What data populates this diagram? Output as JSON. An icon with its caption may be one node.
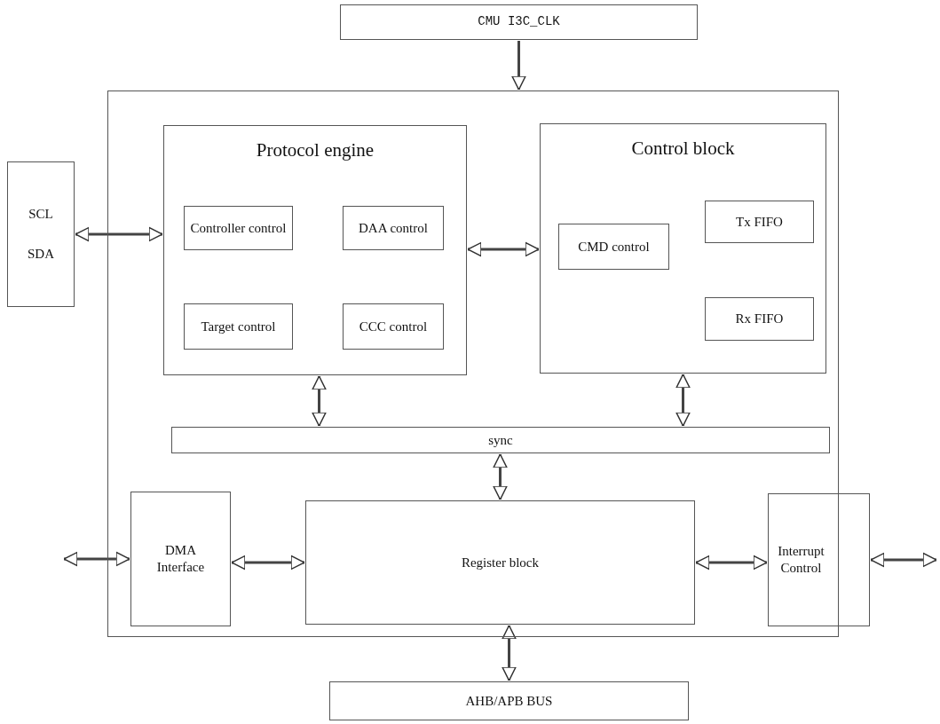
{
  "diagram": {
    "nodes": [
      {
        "text": [
          "CMU I3C_CLK"
        ]
      },
      {
        "text": [],
        "shape": "box"
      },
      {
        "text": [
          "SCL",
          "SDA"
        ]
      },
      {
        "text": [
          "Protocol engine"
        ],
        "in": 1
      },
      {
        "text": [
          "Controller control"
        ],
        "in": 3
      },
      {
        "text": [
          "DAA control"
        ],
        "in": 3
      },
      {
        "text": [
          "Target control"
        ],
        "in": 3
      },
      {
        "text": [
          "CCC control"
        ],
        "in": 3
      },
      {
        "text": [
          "Control block"
        ],
        "in": 1
      },
      {
        "text": [
          "CMD control"
        ],
        "in": 8
      },
      {
        "text": [
          "Tx FIFO"
        ],
        "in": 8
      },
      {
        "text": [
          "Rx FIFO"
        ],
        "in": 8
      },
      {
        "text": [
          "sync"
        ],
        "in": 1
      },
      {
        "text": [
          "DMA Interface"
        ],
        "in": 1
      },
      {
        "text": [
          "Register block"
        ],
        "in": 1
      },
      {
        "text": [
          "Interrupt Control"
        ],
        "in": 1
      },
      {
        "text": [
          "AHB/APB BUS"
        ]
      }
    ],
    "edges": [
      {
        "from": 0,
        "to": 1,
        "arrow": "to"
      },
      {
        "from": 2,
        "to": 3,
        "arrow": "both"
      },
      {
        "from": 3,
        "to": 8,
        "arrow": "both"
      },
      {
        "from": 3,
        "to": 12,
        "arrow": "both"
      },
      {
        "from": 8,
        "to": 12,
        "arrow": "both"
      },
      {
        "from": 12,
        "to": 14,
        "arrow": "both"
      },
      {
        "from": null,
        "to": 13,
        "arrow": "both"
      },
      {
        "from": 13,
        "to": 14,
        "arrow": "both"
      },
      {
        "from": 14,
        "to": 15,
        "arrow": "both"
      },
      {
        "from": 15,
        "to": null,
        "arrow": "both"
      },
      {
        "from": 14,
        "to": 16,
        "arrow": "both"
      }
    ]
  }
}
